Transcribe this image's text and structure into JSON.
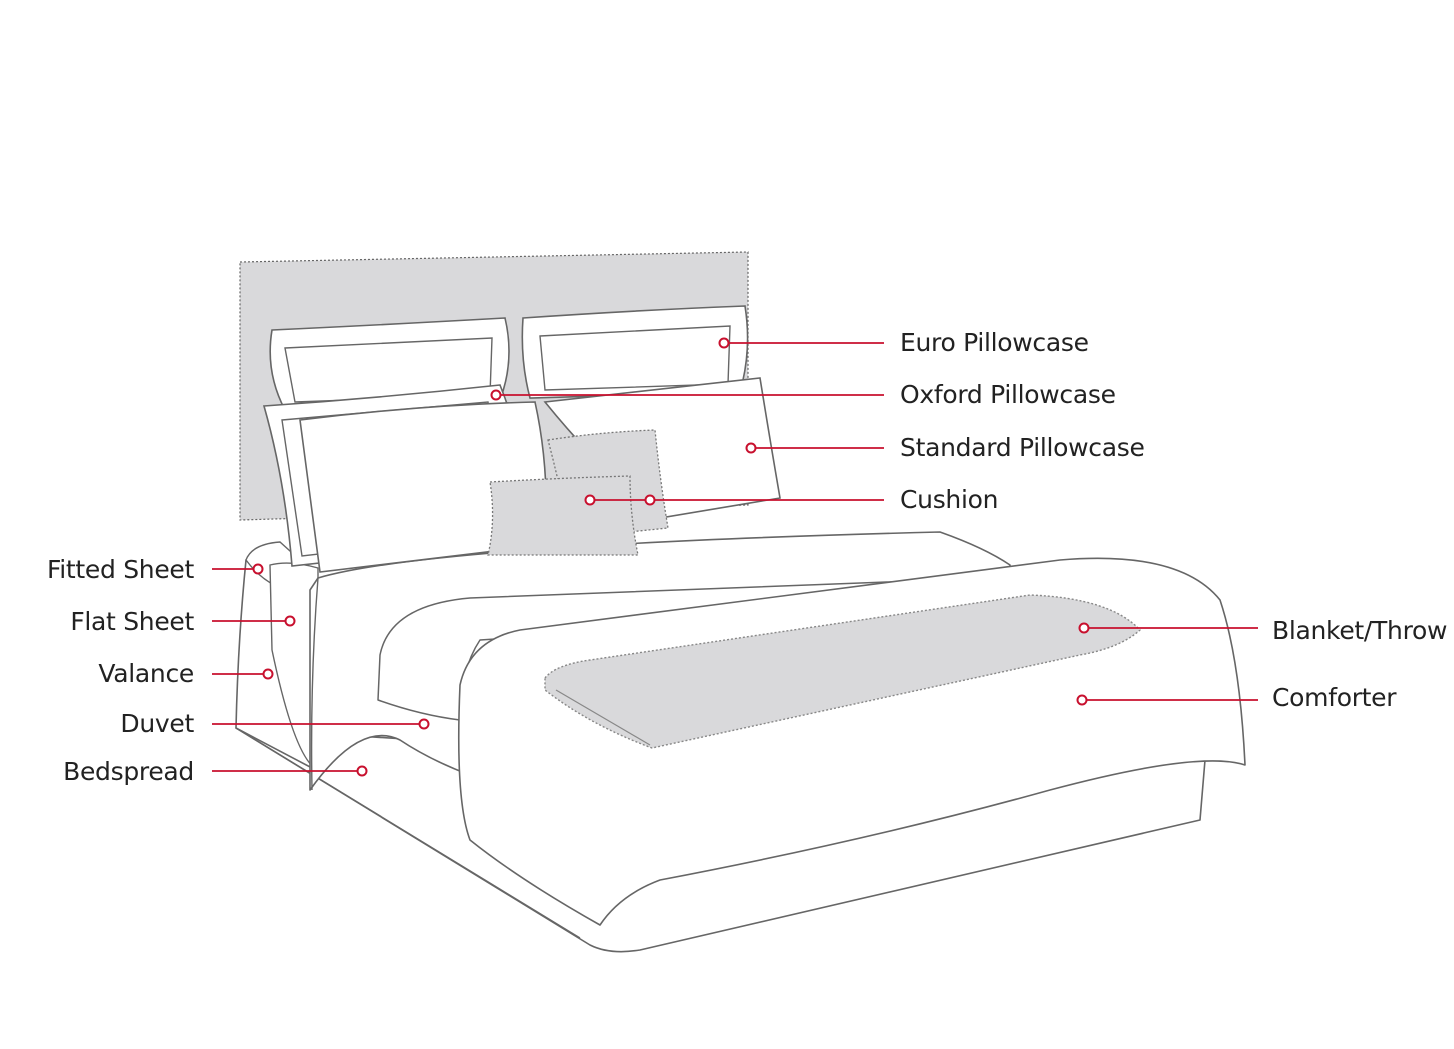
{
  "colors": {
    "line": "#555555",
    "fill_gray": "#d9d9db",
    "pointer": "#c8102e",
    "text": "#222222"
  },
  "labels": {
    "euro_pillowcase": "Euro Pillowcase",
    "oxford_pillowcase": "Oxford Pillowcase",
    "standard_pillowcase": "Standard Pillowcase",
    "cushion": "Cushion",
    "fitted_sheet": "Fitted Sheet",
    "flat_sheet": "Flat Sheet",
    "valance": "Valance",
    "duvet": "Duvet",
    "bedspread": "Bedspread",
    "blanket_throw": "Blanket/Throw",
    "comforter": "Comforter"
  }
}
